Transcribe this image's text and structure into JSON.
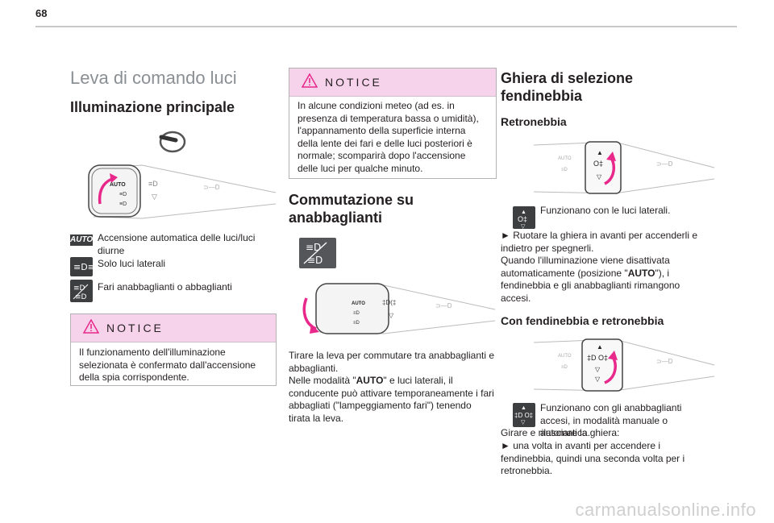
{
  "page_number": "68",
  "col1": {
    "title": "Leva di comando luci",
    "subtitle": "Illuminazione principale",
    "legend": [
      {
        "icon": "AUTO",
        "text": "Accensione automatica delle luci/luci diurne"
      },
      {
        "icon": "sidelights-icon",
        "text": "Solo luci laterali"
      },
      {
        "icon": "headlights-icon",
        "text": "Fari anabbaglianti o abbaglianti"
      }
    ],
    "notice_title": "NOTICE",
    "notice_text": "Il funzionamento dell'illuminazione selezionata è confermato dall'accensione della spia corrispondente."
  },
  "col2": {
    "notice_title": "NOTICE",
    "notice_text": "In alcune condizioni meteo (ad es. in presenza di temperatura bassa o umidità), l'appannamento della superficie interna della lente dei fari e delle luci posteriori è normale; scomparirà dopo l'accensione delle luci per qualche minuto.",
    "heading": "Commutazione su anabbaglianti",
    "para1": "Tirare la leva per commutare tra anabbaglianti e abbaglianti.",
    "para2_a": "Nelle modalità \"",
    "para2_bold": "AUTO",
    "para2_b": "\" e luci laterali, il conducente può attivare temporaneamente i fari abbagliati (\"lampeggiamento fari\") tenendo tirata la leva."
  },
  "col3": {
    "heading": "Ghiera di selezione fendinebbia",
    "sub1": "Retronebbia",
    "sub1_icon_text": "Funzionano con le luci laterali.",
    "sub1_step": "► Ruotare la ghiera in avanti per accenderli e indietro per spegnerli.",
    "sub1_note_a": "Quando l'illuminazione viene disattivata automaticamente (posizione \"",
    "sub1_note_bold": "AUTO",
    "sub1_note_b": "\"), i fendinebbia e gli anabbaglianti rimangono accesi.",
    "sub2": "Con fendinebbia e retronebbia",
    "sub2_icon_text": "Funzionano con gli anabbaglianti accesi, in modalità manuale o automatica.",
    "sub2_line": "Girare e rilasciare la ghiera:",
    "sub2_step": "► una volta in avanti per accendere i fendinebbia, quindi una seconda volta per i retronebbia."
  },
  "watermark": "carmanualsonline.info",
  "colors": {
    "notice_bg": "#f6d3eb",
    "arrow": "#e8288a",
    "icon_bg": "#3d3e40"
  }
}
